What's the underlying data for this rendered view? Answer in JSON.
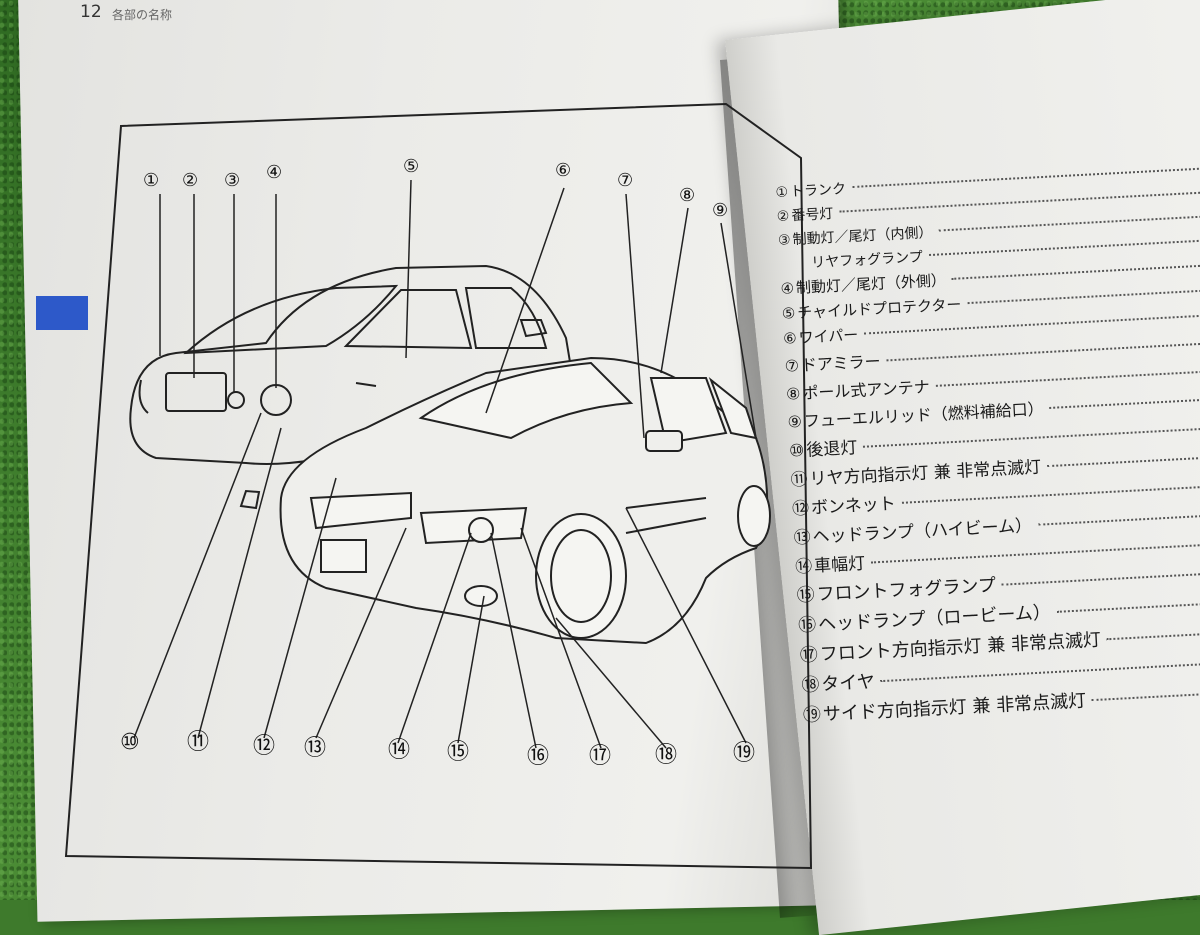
{
  "page": {
    "number": "12",
    "section_title": "各部の名称"
  },
  "callouts": [
    "①",
    "②",
    "③",
    "④",
    "⑤",
    "⑥",
    "⑦",
    "⑧",
    "⑨",
    "⑩",
    "⑪",
    "⑫",
    "⑬",
    "⑭",
    "⑮",
    "⑯",
    "⑰",
    "⑱",
    "⑲"
  ],
  "legend": [
    {
      "num": "①",
      "label": "トランク"
    },
    {
      "num": "②",
      "label": "番号灯"
    },
    {
      "num": "③",
      "label": "制動灯／尾灯（内側）"
    },
    {
      "num": "",
      "label": "リヤフォグランプ"
    },
    {
      "num": "④",
      "label": "制動灯／尾灯（外側）"
    },
    {
      "num": "⑤",
      "label": "チャイルドプロテクター"
    },
    {
      "num": "⑥",
      "label": "ワイパー"
    },
    {
      "num": "⑦",
      "label": "ドアミラー"
    },
    {
      "num": "⑧",
      "label": "ポール式アンテナ"
    },
    {
      "num": "⑨",
      "label": "フューエルリッド（燃料補給口）"
    },
    {
      "num": "⑩",
      "label": "後退灯"
    },
    {
      "num": "⑪",
      "label": "リヤ方向指示灯 兼 非常点滅灯"
    },
    {
      "num": "⑫",
      "label": "ボンネット"
    },
    {
      "num": "⑬",
      "label": "ヘッドランプ（ハイビーム）"
    },
    {
      "num": "⑭",
      "label": "車幅灯"
    },
    {
      "num": "⑮",
      "label": "フロントフォグランプ"
    },
    {
      "num": "⑯",
      "label": "ヘッドランプ（ロービーム）"
    },
    {
      "num": "⑰",
      "label": "フロント方向指示灯 兼 非常点滅灯"
    },
    {
      "num": "⑱",
      "label": "タイヤ"
    },
    {
      "num": "⑲",
      "label": "サイド方向指示灯 兼 非常点滅灯"
    }
  ],
  "colors": {
    "tab_blue": "#2d59c9",
    "ink": "#1a1a1a",
    "paper": "#ececea",
    "grass": "#3e7a2c"
  }
}
